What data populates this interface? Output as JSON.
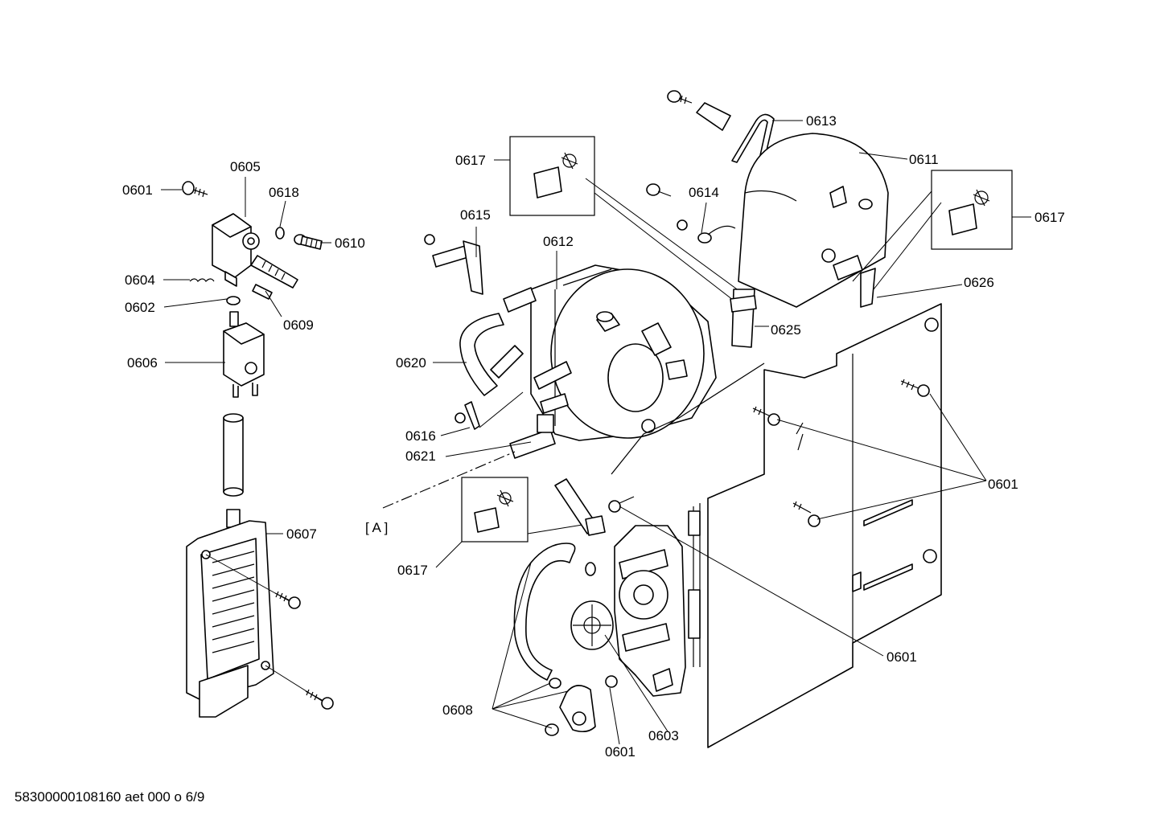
{
  "footer": {
    "doc_code": "58300000108160 aet 000 o 6/9"
  },
  "reference_marker": "[ A ]",
  "callouts": {
    "c0601_left": "0601",
    "c0605": "0605",
    "c0618": "0618",
    "c0610": "0610",
    "c0604": "0604",
    "c0602": "0602",
    "c0609": "0609",
    "c0606": "0606",
    "c0607": "0607",
    "c0617_top": "0617",
    "c0615": "0615",
    "c0612": "0612",
    "c0620": "0620",
    "c0616": "0616",
    "c0621": "0621",
    "c0617_bottom": "0617",
    "c0613": "0613",
    "c0611": "0611",
    "c0614": "0614",
    "c0617_right": "0617",
    "c0626": "0626",
    "c0625": "0625",
    "c0601_right": "0601",
    "c0601_center": "0601",
    "c0608": "0608",
    "c0601_bottom": "0601",
    "c0603": "0603"
  }
}
